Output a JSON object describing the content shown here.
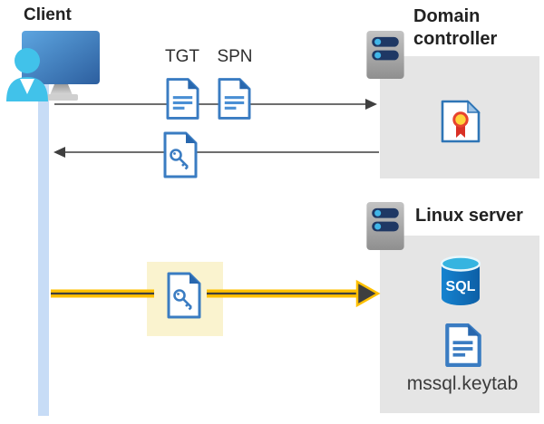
{
  "client": {
    "label": "Client"
  },
  "tickets": {
    "tgt": "TGT",
    "spn": "SPN"
  },
  "domain_controller": {
    "label": "Domain controller"
  },
  "linux_server": {
    "label": "Linux server",
    "sql_label": "SQL",
    "keytab_label": "mssql.keytab"
  },
  "icons": [
    "client-user-workstation-icon",
    "server-icon",
    "document-icon",
    "key-document-icon",
    "certificate-icon",
    "sql-database-icon",
    "keytab-document-icon"
  ],
  "colors": {
    "doc_border_blue": "#3a7cc2",
    "doc_fold_blue": "#2867ae",
    "doc_line_blue": "#4a8fd4",
    "box_gray": "#e5e5e5",
    "arrow_gray": "#3f3f3f",
    "arrow_yellow": "#ffc000",
    "highlight_yellow": "#faf3cf",
    "lifeline_blue": "#c7dcf6",
    "server_pill_navy": "#1f3864",
    "server_dot_cyan": "#41b6e8",
    "sql_body_blue": "#1072ba",
    "sql_top_cyan": "#35b4e0",
    "person_cyan": "#41c2ea"
  }
}
